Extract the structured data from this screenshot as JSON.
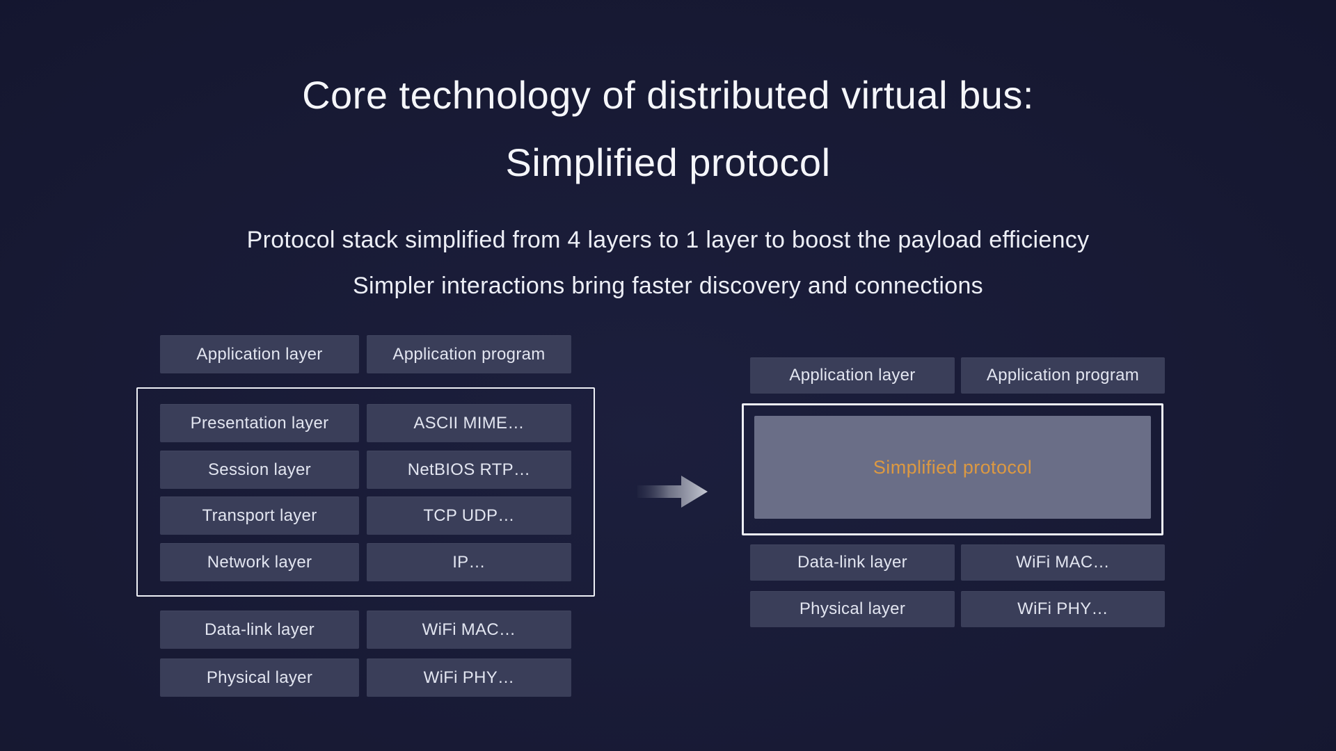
{
  "slide": {
    "title_line1": "Core technology of distributed virtual bus:",
    "title_line2": "Simplified protocol",
    "subtitle_line1": "Protocol stack simplified from 4 layers to 1 layer to boost the payload efficiency",
    "subtitle_line2": "Simpler interactions bring faster discovery and connections"
  },
  "left_stack": {
    "app_row": {
      "layer": "Application layer",
      "program": "Application program"
    },
    "osi_box_rows": [
      {
        "layer": "Presentation layer",
        "program": "ASCII MIME…"
      },
      {
        "layer": "Session layer",
        "program": "NetBIOS RTP…"
      },
      {
        "layer": "Transport layer",
        "program": "TCP UDP…"
      },
      {
        "layer": "Network layer",
        "program": "IP…"
      }
    ],
    "lower_rows": [
      {
        "layer": "Data-link layer",
        "program": "WiFi MAC…"
      },
      {
        "layer": "Physical layer",
        "program": "WiFi PHY…"
      }
    ]
  },
  "right_stack": {
    "app_row": {
      "layer": "Application layer",
      "program": "Application program"
    },
    "merged_box_label": "Simplified protocol",
    "lower_rows": [
      {
        "layer": "Data-link layer",
        "program": "WiFi MAC…"
      },
      {
        "layer": "Physical layer",
        "program": "WiFi PHY…"
      }
    ]
  },
  "icons": {
    "transform_arrow": "right-arrow"
  },
  "colors": {
    "background": "#14162e",
    "cell_fill": "#3a3e59",
    "cell_text": "#e2e5f0",
    "outline_white": "#eef0f6",
    "merged_panel_fill": "#6a6e87",
    "accent_orange": "#dc9942"
  }
}
